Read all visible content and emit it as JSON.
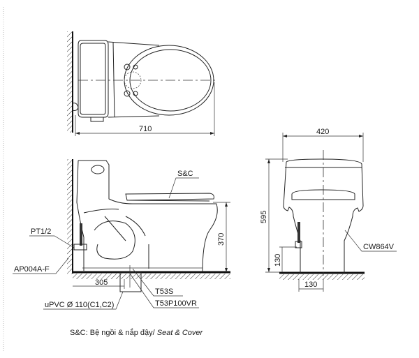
{
  "top_view": {
    "dim_length": "710"
  },
  "side_view": {
    "dim_height": "370",
    "dim_wall": "305",
    "label_seat": "S&C",
    "label_valve": "PT1/2",
    "label_angle_valve": "AP004A-F",
    "label_pipe": "uPVC Ø 110(C1,C2)",
    "label_t53s": "T53S",
    "label_t53p": "T53P100VR"
  },
  "front_view": {
    "dim_width": "420",
    "dim_total_height": "595",
    "dim_supply_height": "130",
    "dim_supply_offset": "130",
    "label_bowl": "CW864V"
  },
  "caption": {
    "prefix": "S&C: Bệ ngồi & nắp đậy/",
    "italic": "Seat & Cover"
  }
}
